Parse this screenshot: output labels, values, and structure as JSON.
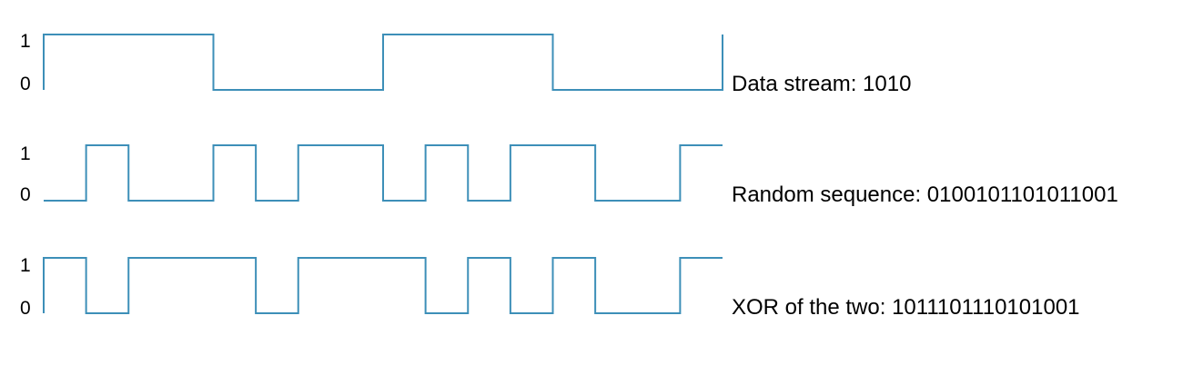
{
  "diagram": {
    "wave_color": "#3d8fb8",
    "text_color": "#000000",
    "rows": [
      {
        "level_high": "1",
        "level_low": "0",
        "label": "Data stream: 1010",
        "bits": "1010"
      },
      {
        "level_high": "1",
        "level_low": "0",
        "label": "Random sequence: 0100101101011001",
        "bits": "0100101101011001"
      },
      {
        "level_high": "1",
        "level_low": "0",
        "label": "XOR of the two: 1011101110101001",
        "bits": "1011101110101001"
      }
    ]
  }
}
